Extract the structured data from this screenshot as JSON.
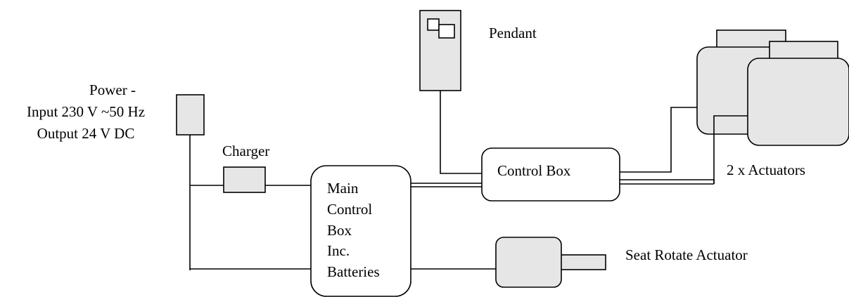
{
  "power": {
    "line1": "Power -",
    "line2": "Input 230 V ~50 Hz",
    "line3": "Output 24 V DC"
  },
  "charger": {
    "label": "Charger"
  },
  "main_control_box": {
    "line1": "Main",
    "line2": "Control",
    "line3": "Box",
    "line4": "Inc.",
    "line5": "Batteries"
  },
  "control_box": {
    "label": "Control Box"
  },
  "pendant": {
    "label": "Pendant"
  },
  "actuators": {
    "label": "2 x Actuators"
  },
  "seat_rotate": {
    "label": "Seat Rotate Actuator"
  }
}
